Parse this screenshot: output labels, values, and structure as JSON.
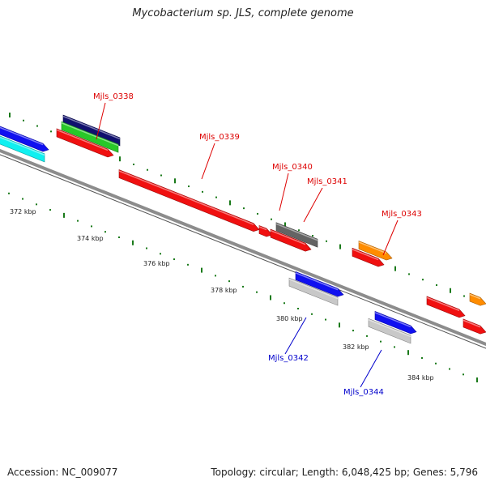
{
  "title": "Mycobacterium sp. JLS, complete genome",
  "accession": "Accession: NC_009077",
  "summary": "Topology: circular; Length: 6,048,425 bp; Genes: 5,796",
  "ruler_labels": [
    "372 kbp",
    "374 kbp",
    "376 kbp",
    "378 kbp",
    "380 kbp",
    "382 kbp",
    "384 kbp"
  ],
  "gene_labels": [
    {
      "text": "Mjls_0338",
      "color": "#dd0000"
    },
    {
      "text": "Mjls_0339",
      "color": "#dd0000"
    },
    {
      "text": "Mjls_0340",
      "color": "#dd0000"
    },
    {
      "text": "Mjls_0341",
      "color": "#dd0000"
    },
    {
      "text": "Mjls_0343",
      "color": "#dd0000"
    },
    {
      "text": "Mjls_0342",
      "color": "#0000cc"
    },
    {
      "text": "Mjls_0344",
      "color": "#0000cc"
    }
  ],
  "colors": {
    "backbone": "#8c8c8c",
    "red": "#f01010",
    "blue": "#1010f0",
    "navy": "#10106e",
    "green": "#28c828",
    "cyan": "#10f0f0",
    "gray": "#646464",
    "lightgray": "#c8c8c8",
    "orange": "#ff8c00",
    "tick": "#1a7a1a"
  }
}
